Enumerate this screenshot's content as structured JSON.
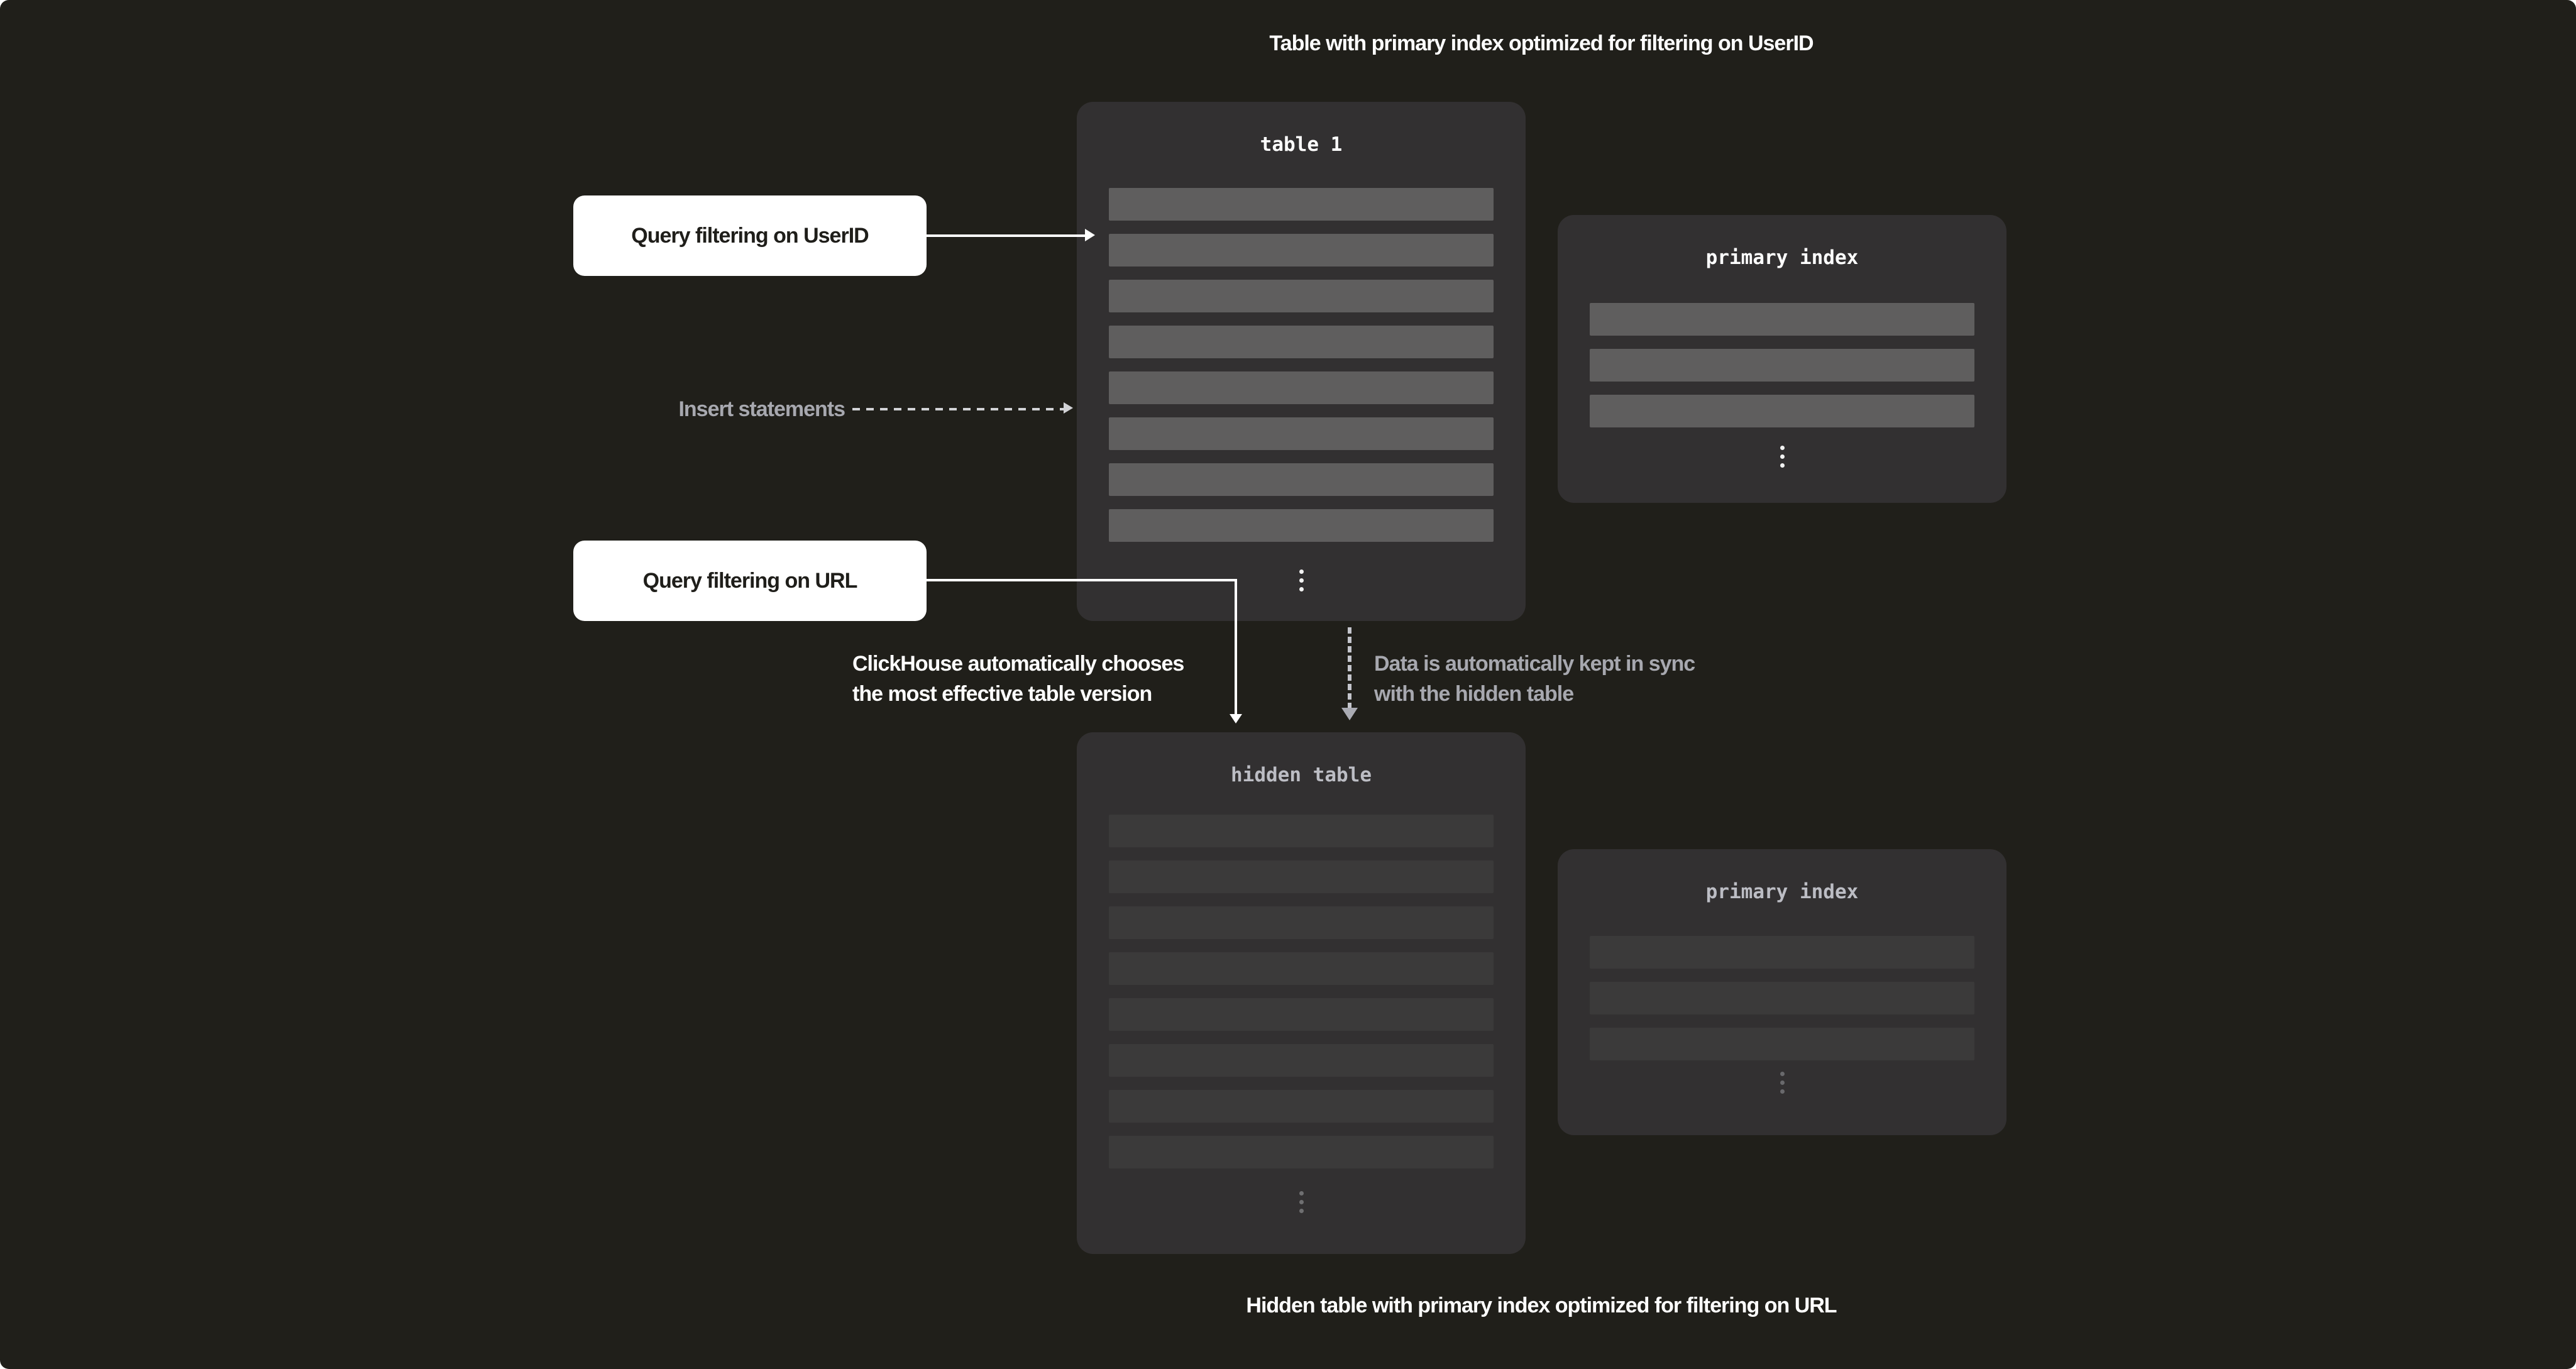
{
  "colors": {
    "bg": "#201f1a",
    "panel": "#323031",
    "row-light": "#5f5e5e",
    "row-dim": "#3b3a3a",
    "title-bright": "#fdfdfd",
    "title-dim": "#bcbdc4",
    "text-white": "#ffffff",
    "text-gray": "#a7a8af",
    "box-bg": "#ffffff",
    "box-text": "#1f1e1a",
    "dash-light": "#d2d3d6",
    "dash-sync": "#c4c5cc",
    "arrow-sync": "#aaabb3",
    "dots-bright": "#f2f2f2",
    "dots-dim-hidden": "#6f6f71",
    "dots-dim-pi": "#69696c"
  },
  "captions": {
    "top": "Table with primary index optimized for filtering on UserID",
    "bottom": "Hidden table with primary index optimized for filtering on URL"
  },
  "panels": {
    "table1": {
      "title": "table 1",
      "row_count": 8
    },
    "hidden": {
      "title": "hidden table",
      "row_count": 8
    },
    "primary_top": {
      "title": "primary index",
      "row_count": 3
    },
    "primary_bottom": {
      "title": "primary index",
      "row_count": 3
    }
  },
  "annotations": {
    "query_userid": "Query filtering on UserID",
    "query_url": "Query filtering on URL",
    "insert_statements": "Insert statements",
    "chooses_line1": "ClickHouse automatically chooses",
    "chooses_line2": "the most effective table version",
    "sync_line1": "Data is automatically kept in sync",
    "sync_line2": "with the hidden table"
  }
}
